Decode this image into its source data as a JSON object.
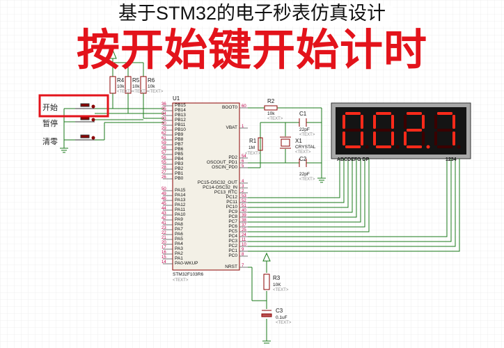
{
  "title": "基于STM32的电子秒表仿真设计",
  "caption": "按开始键开始计时",
  "buttons": {
    "start": "开始",
    "pause": "暂停",
    "clear": "清零"
  },
  "resistors": {
    "r4": {
      "ref": "R4",
      "value": "10k",
      "text": "<TEXT>"
    },
    "r5": {
      "ref": "R5",
      "value": "10k",
      "text": "<TEXT>"
    },
    "r6": {
      "ref": "R6",
      "value": "10k",
      "text": "<TEXT>"
    },
    "r2": {
      "ref": "R2",
      "value": "10k",
      "text": "<TEXT>"
    },
    "r1": {
      "ref": "R1",
      "value": "1M",
      "text": "<TEXT>"
    },
    "r3": {
      "ref": "R3",
      "value": "10K",
      "text": "<TEXT>"
    }
  },
  "capacitors": {
    "c1": {
      "ref": "C1",
      "value": "22pF",
      "text": "<TEXT>"
    },
    "c2": {
      "ref": "C2",
      "value": "22pF",
      "text": "<TEXT>"
    },
    "c3": {
      "ref": "C3",
      "value": "0.1uF",
      "text": "<TEXT>"
    }
  },
  "crystal": {
    "ref": "X1",
    "value": "CRYSTAL",
    "text": "<TEXT>"
  },
  "mcu": {
    "ref": "U1",
    "part": "STM32F103R6",
    "text": "<TEXT>",
    "left_pins": [
      {
        "num": "36",
        "name": "PB15"
      },
      {
        "num": "35",
        "name": "PB14"
      },
      {
        "num": "34",
        "name": "PB13"
      },
      {
        "num": "33",
        "name": "PB12"
      },
      {
        "num": "30",
        "name": "PB11"
      },
      {
        "num": "29",
        "name": "PB10"
      },
      {
        "num": "62",
        "name": "PB9"
      },
      {
        "num": "61",
        "name": "PB8"
      },
      {
        "num": "59",
        "name": "PB7"
      },
      {
        "num": "58",
        "name": "PB6"
      },
      {
        "num": "57",
        "name": "PB5"
      },
      {
        "num": "56",
        "name": "PB4"
      },
      {
        "num": "55",
        "name": "PB3"
      },
      {
        "num": "28",
        "name": "PB2"
      },
      {
        "num": "27",
        "name": "PB1"
      },
      {
        "num": "26",
        "name": "PB0"
      },
      {
        "num": "50",
        "name": "PA15"
      },
      {
        "num": "49",
        "name": "PA14"
      },
      {
        "num": "46",
        "name": "PA13"
      },
      {
        "num": "45",
        "name": "PA12"
      },
      {
        "num": "44",
        "name": "PA11"
      },
      {
        "num": "43",
        "name": "PA10"
      },
      {
        "num": "42",
        "name": "PA9"
      },
      {
        "num": "41",
        "name": "PA8"
      },
      {
        "num": "23",
        "name": "PA7"
      },
      {
        "num": "22",
        "name": "PA6"
      },
      {
        "num": "21",
        "name": "PA5"
      },
      {
        "num": "20",
        "name": "PA4"
      },
      {
        "num": "17",
        "name": "PA3"
      },
      {
        "num": "16",
        "name": "PA2"
      },
      {
        "num": "15",
        "name": "PA1"
      },
      {
        "num": "14",
        "name": "PA0-WKUP"
      }
    ],
    "right_pins_top": [
      {
        "num": "60",
        "name": "BOOT0"
      },
      {
        "num": "1",
        "name": "VBAT"
      },
      {
        "num": "54",
        "name": "PD2"
      },
      {
        "num": "6",
        "name": "OSCOUT_PD1"
      },
      {
        "num": "5",
        "name": "OSCIN_PD0"
      }
    ],
    "right_pins_bottom": [
      {
        "num": "4",
        "name": "PC15-OSC32_OUT"
      },
      {
        "num": "3",
        "name": "PC14-OSC32_IN"
      },
      {
        "num": "2",
        "name": "PC13_RTC"
      },
      {
        "num": "53",
        "name": "PC12"
      },
      {
        "num": "52",
        "name": "PC11"
      },
      {
        "num": "51",
        "name": "PC10"
      },
      {
        "num": "40",
        "name": "PC9"
      },
      {
        "num": "39",
        "name": "PC8"
      },
      {
        "num": "38",
        "name": "PC7"
      },
      {
        "num": "37",
        "name": "PC6"
      },
      {
        "num": "25",
        "name": "PC5"
      },
      {
        "num": "24",
        "name": "PC4"
      },
      {
        "num": "11",
        "name": "PC3"
      },
      {
        "num": "10",
        "name": "PC2"
      },
      {
        "num": "9",
        "name": "PC1"
      },
      {
        "num": "8",
        "name": "PC0"
      }
    ],
    "nrst": {
      "num": "7",
      "name": "NRST"
    }
  },
  "display": {
    "digits": [
      "0",
      "0",
      "2",
      "7"
    ],
    "dp_after_digit": 3,
    "segment_label": "ABCDEFG DP",
    "common_label": "1234",
    "lit_color": "#ff2a1a",
    "dim_color": "#3a0000"
  },
  "colors": {
    "wire": "#1a7a1a",
    "grid": "#dcdcdc",
    "highlight": "#e3131b",
    "title": "#e3131b"
  }
}
